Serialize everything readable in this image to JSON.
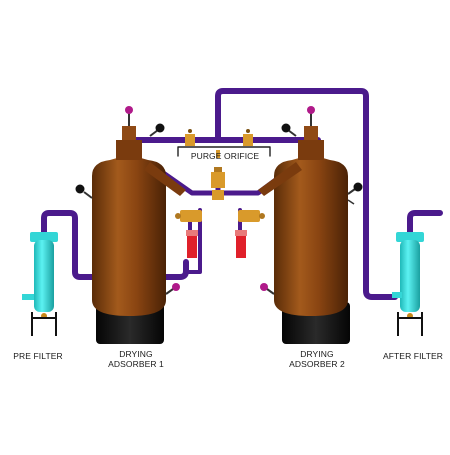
{
  "labels": {
    "purge_orifice": "PURGE ORIFICE",
    "pre_filter": "PRE FILTER",
    "adsorber_1": [
      "DRYING",
      "ADSORBER 1"
    ],
    "adsorber_2": [
      "DRYING",
      "ADSORBER 2"
    ],
    "after_filter": "AFTER FILTER"
  },
  "colors": {
    "vessel": "#8a4512",
    "pipe": "#4b1a8c",
    "filter": "#33e0e0",
    "base": "#111111",
    "valve": "#d99a2b",
    "indicator": "#e0202a",
    "knob": "#b01a8a"
  }
}
